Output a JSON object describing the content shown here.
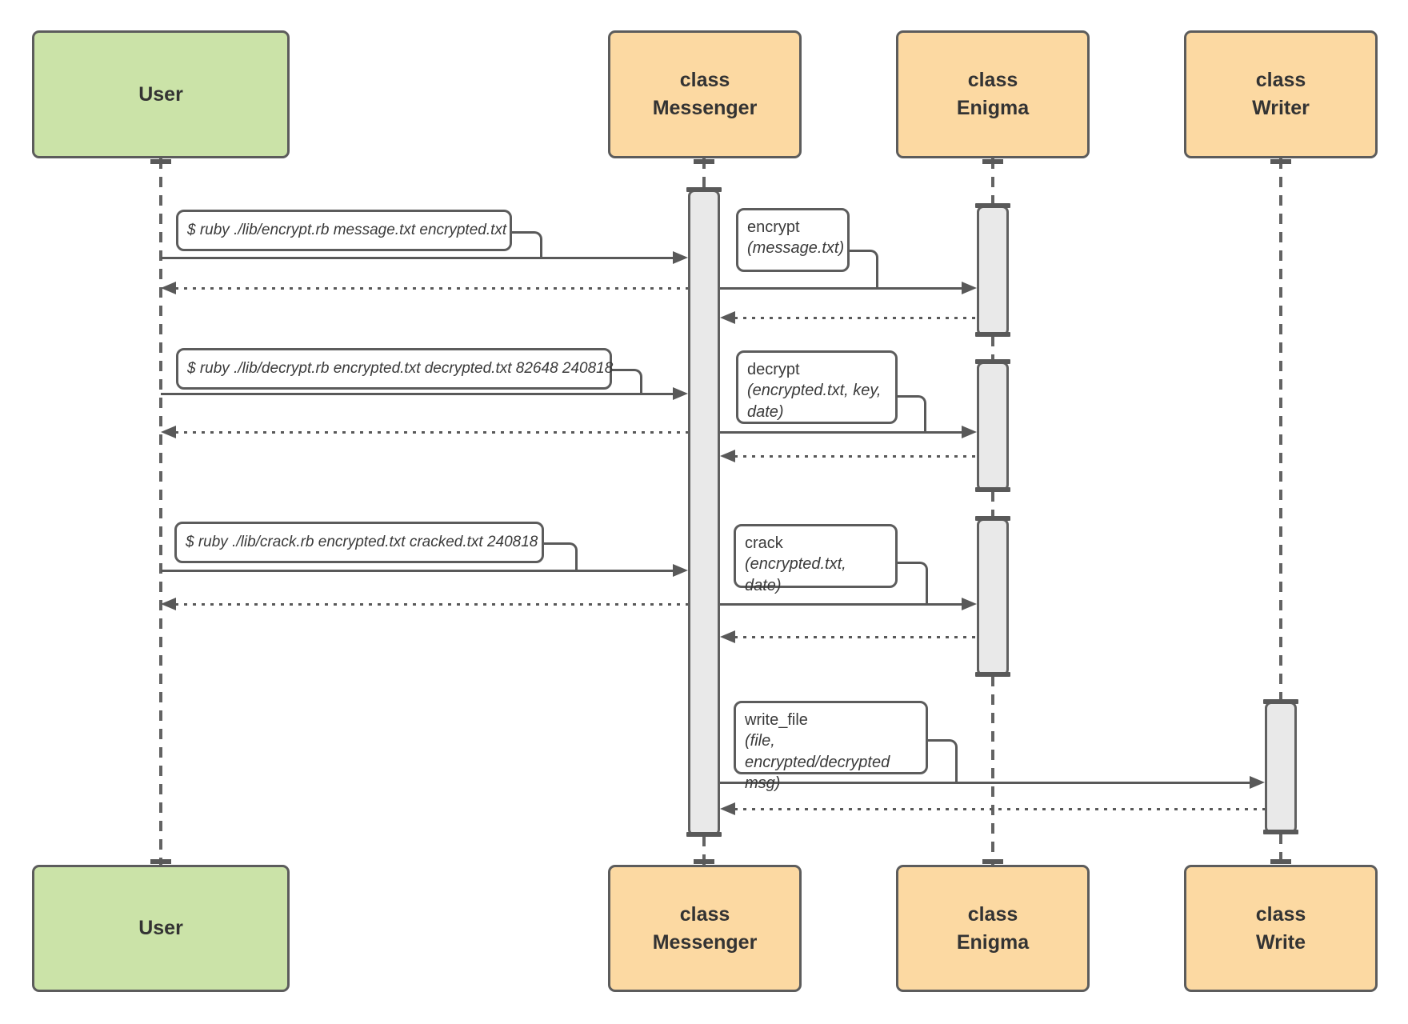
{
  "participants": [
    {
      "id": "user",
      "top_label": "User",
      "bottom_label": "User"
    },
    {
      "id": "messenger",
      "top_label": "class\nMessenger",
      "bottom_label": "class\nMessenger"
    },
    {
      "id": "enigma",
      "top_label": "class\nEnigma",
      "bottom_label": "class\nEnigma"
    },
    {
      "id": "writer",
      "top_label": "class\nWriter",
      "bottom_label": "class\nWrite"
    }
  ],
  "messages": {
    "cmd_encrypt": "$ ruby ./lib/encrypt.rb message.txt encrypted.txt",
    "cmd_decrypt": "$ ruby ./lib/decrypt.rb encrypted.txt decrypted.txt 82648 240818",
    "cmd_crack": "$ ruby ./lib/crack.rb encrypted.txt cracked.txt 240818",
    "encrypt": {
      "name": "encrypt",
      "params": "(message.txt)"
    },
    "decrypt": {
      "name": "decrypt",
      "params": "(encrypted.txt, key,\ndate)"
    },
    "crack": {
      "name": "crack",
      "params": "(encrypted.txt, date)"
    },
    "write_file": {
      "name": "write_file",
      "params": "(file,\nencrypted/decrypted msg)"
    }
  },
  "colors": {
    "actor_green": "#cbe3a8",
    "class_orange": "#fcd9a2",
    "line": "#595959",
    "activation_fill": "#e9e9e9",
    "label_text": "#3a3a3a"
  }
}
